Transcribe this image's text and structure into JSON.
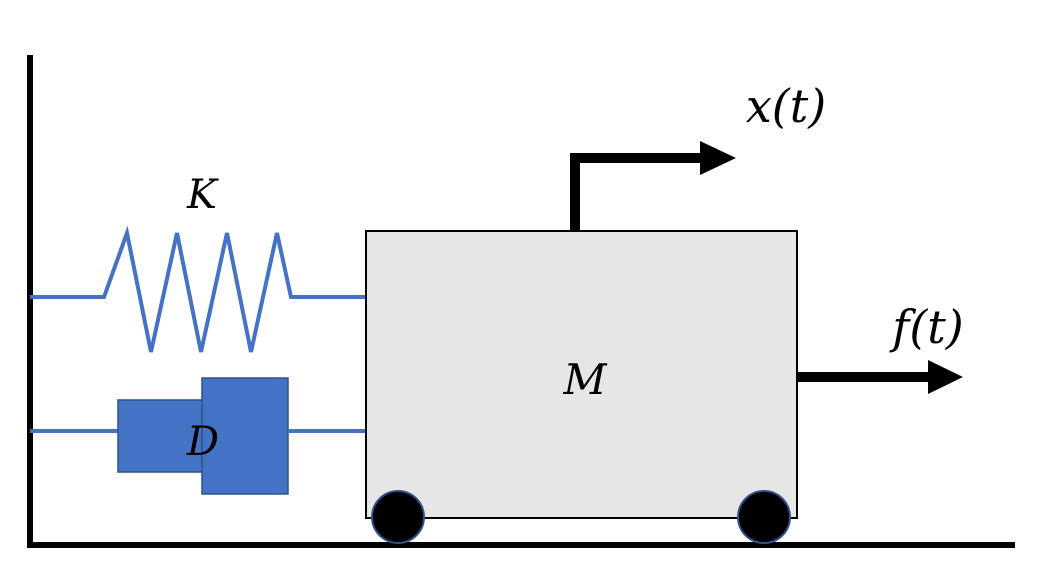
{
  "labels": {
    "spring": "K",
    "damper": "D",
    "mass": "M",
    "displacement": "x(t)",
    "force": "f(t)"
  },
  "colors": {
    "ink": "#000000",
    "spring": "#4472C4",
    "damper_fill": "#4472C4",
    "damper_stroke": "#2F528F",
    "mass_fill": "#E7E6E6",
    "mass_stroke": "#000000",
    "wheel": "#000000",
    "background": "#FFFFFF"
  },
  "icons": {
    "wheel": "circle",
    "arrow": "filled-triangle-head"
  }
}
